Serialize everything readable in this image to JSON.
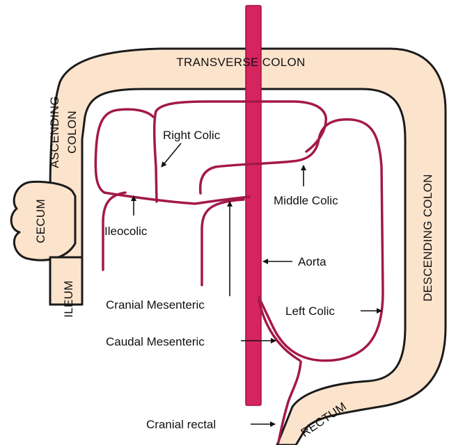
{
  "colors": {
    "bowel_fill": "#fce3cc",
    "outline": "#1a1a1a",
    "artery": "#a3184a",
    "aorta_fill": "#d6245e",
    "aorta_stroke": "#9c1242",
    "text": "#111111"
  },
  "organs": {
    "transverse_colon": "TRANSVERSE COLON",
    "ascending_colon_line1": "ASCENDING",
    "ascending_colon_line2": "COLON",
    "cecum": "CECUM",
    "ileum": "ILEUM",
    "descending_colon": "DESCENDING COLON",
    "rectum": "RECTUM"
  },
  "vessels": {
    "right_colic": "Right Colic",
    "middle_colic": "Middle Colic",
    "ileocolic": "Ileocolic",
    "aorta": "Aorta",
    "cranial_mesenteric": "Cranial Mesenteric",
    "left_colic": "Left Colic",
    "caudal_mesenteric": "Caudal Mesenteric",
    "cranial_rectal": "Cranial rectal"
  }
}
